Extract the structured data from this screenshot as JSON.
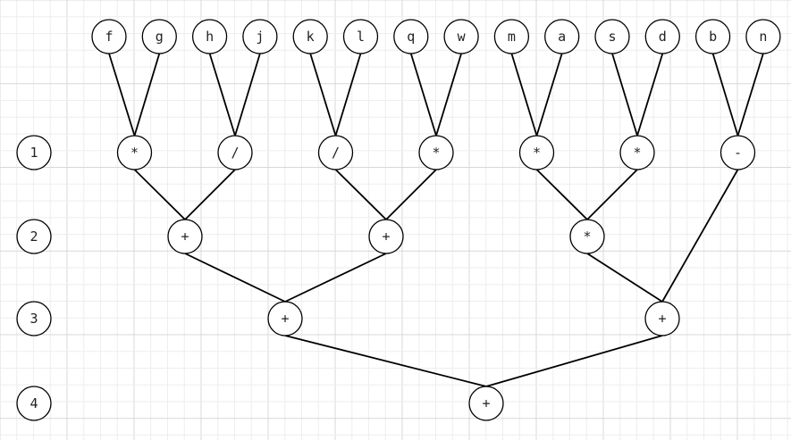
{
  "colors": {
    "background": "#ffffff",
    "grid_minor": "#eeeeee",
    "grid_major": "#d8d8d8",
    "stroke": "#000000",
    "node_fill": "#ffffff",
    "text": "#222222"
  },
  "level_labels": [
    "1",
    "2",
    "3",
    "4"
  ],
  "leaves": [
    "f",
    "g",
    "h",
    "j",
    "k",
    "l",
    "q",
    "w",
    "m",
    "a",
    "s",
    "d",
    "b",
    "n"
  ],
  "level1_ops": [
    "*",
    "/",
    "/",
    "*",
    "*",
    "*",
    "-"
  ],
  "level2_ops": [
    "+",
    "+",
    "*"
  ],
  "level3_ops": [
    "+",
    "+"
  ],
  "level4_ops": [
    "+"
  ]
}
